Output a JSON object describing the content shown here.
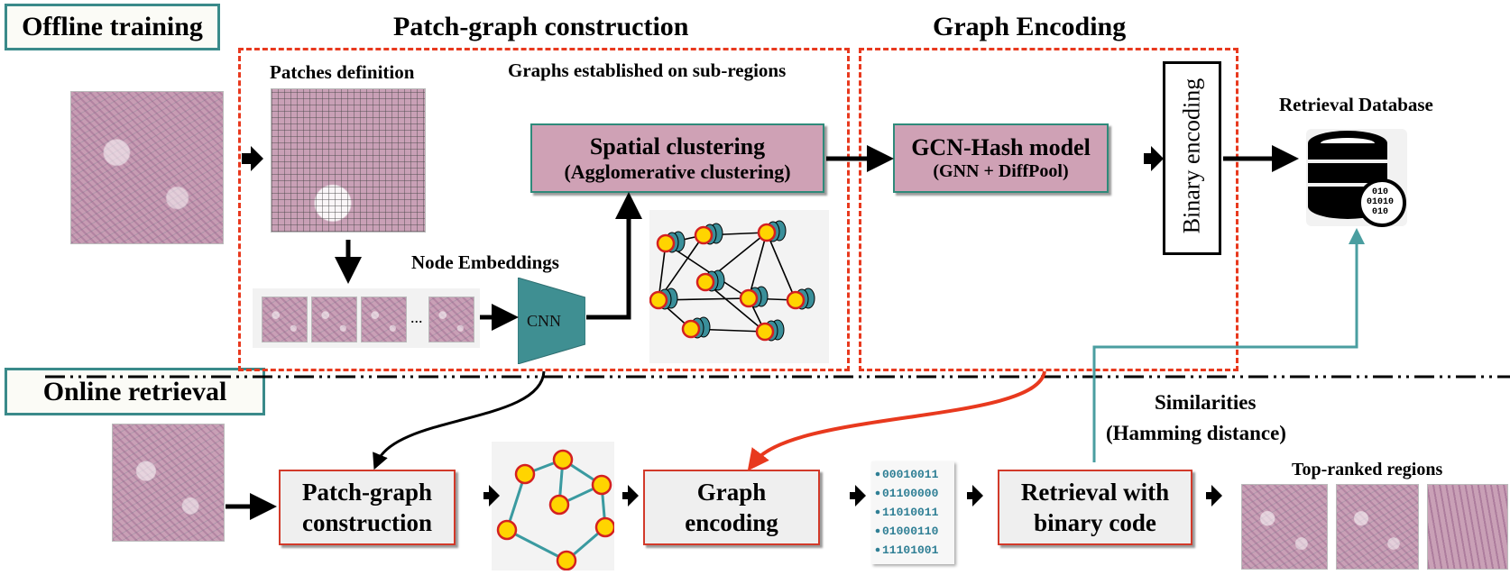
{
  "sections": {
    "offline": "Offline training",
    "online": "Online retrieval"
  },
  "headers": {
    "patch_graph": "Patch-graph construction",
    "graph_encoding": "Graph Encoding"
  },
  "labels": {
    "patches_definition": "Patches definition",
    "graphs_subregions": "Graphs established on sub-regions",
    "node_embeddings": "Node Embeddings",
    "cnn": "CNN",
    "ellipsis": "...",
    "retrieval_database": "Retrieval Database",
    "binary_encoding": "Binary encoding",
    "similarities_1": "Similarities",
    "similarities_2": "(Hamming distance)",
    "top_ranked": "Top-ranked regions"
  },
  "boxes": {
    "spatial_1": "Spatial clustering",
    "spatial_2": "(Agglomerative clustering)",
    "gcn_1": "GCN-Hash model",
    "gcn_2": "(GNN + DiffPool)",
    "pg_1": "Patch-graph",
    "pg_2": "construction",
    "ge_1": "Graph",
    "ge_2": "encoding",
    "rb_1": "Retrieval with",
    "rb_2": "binary code"
  },
  "binary_codes": [
    "00010011",
    "01100000",
    "11010011",
    "01000110",
    "11101001"
  ],
  "db_icon_bits": [
    "010",
    "01010",
    "010"
  ],
  "colors": {
    "dash_red": "#e8391e",
    "teal": "#3a8a8a",
    "node_yellow": "#ffd400",
    "node_red": "#d42020",
    "box_pink": "#cfa1b5"
  }
}
